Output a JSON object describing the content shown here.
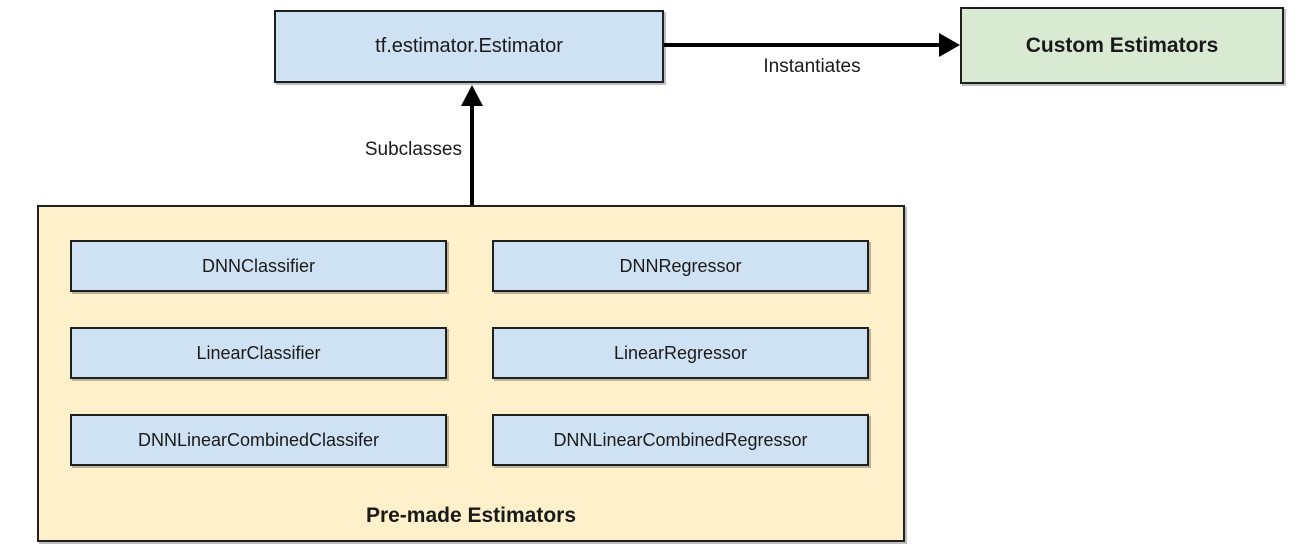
{
  "diagram": {
    "nodes": {
      "estimator": {
        "label": "tf.estimator.Estimator",
        "fill": "#cfe2f3"
      },
      "custom": {
        "label": "Custom Estimators",
        "fill": "#d9ead3"
      }
    },
    "edges": {
      "instantiates": {
        "label": "Instantiates"
      },
      "subclasses": {
        "label": "Subclasses"
      }
    },
    "premade": {
      "title": "Pre-made Estimators",
      "fill": "#fdf0ca",
      "box_fill": "#cfe2f3",
      "boxes": [
        {
          "label": "DNNClassifier"
        },
        {
          "label": "DNNRegressor"
        },
        {
          "label": "LinearClassifier"
        },
        {
          "label": "LinearRegressor"
        },
        {
          "label": "DNNLinearCombinedClassifer"
        },
        {
          "label": "DNNLinearCombinedRegressor"
        }
      ]
    },
    "colors": {
      "border": "#1f1f1f",
      "arrow": "#000000",
      "background": "#ffffff"
    }
  }
}
